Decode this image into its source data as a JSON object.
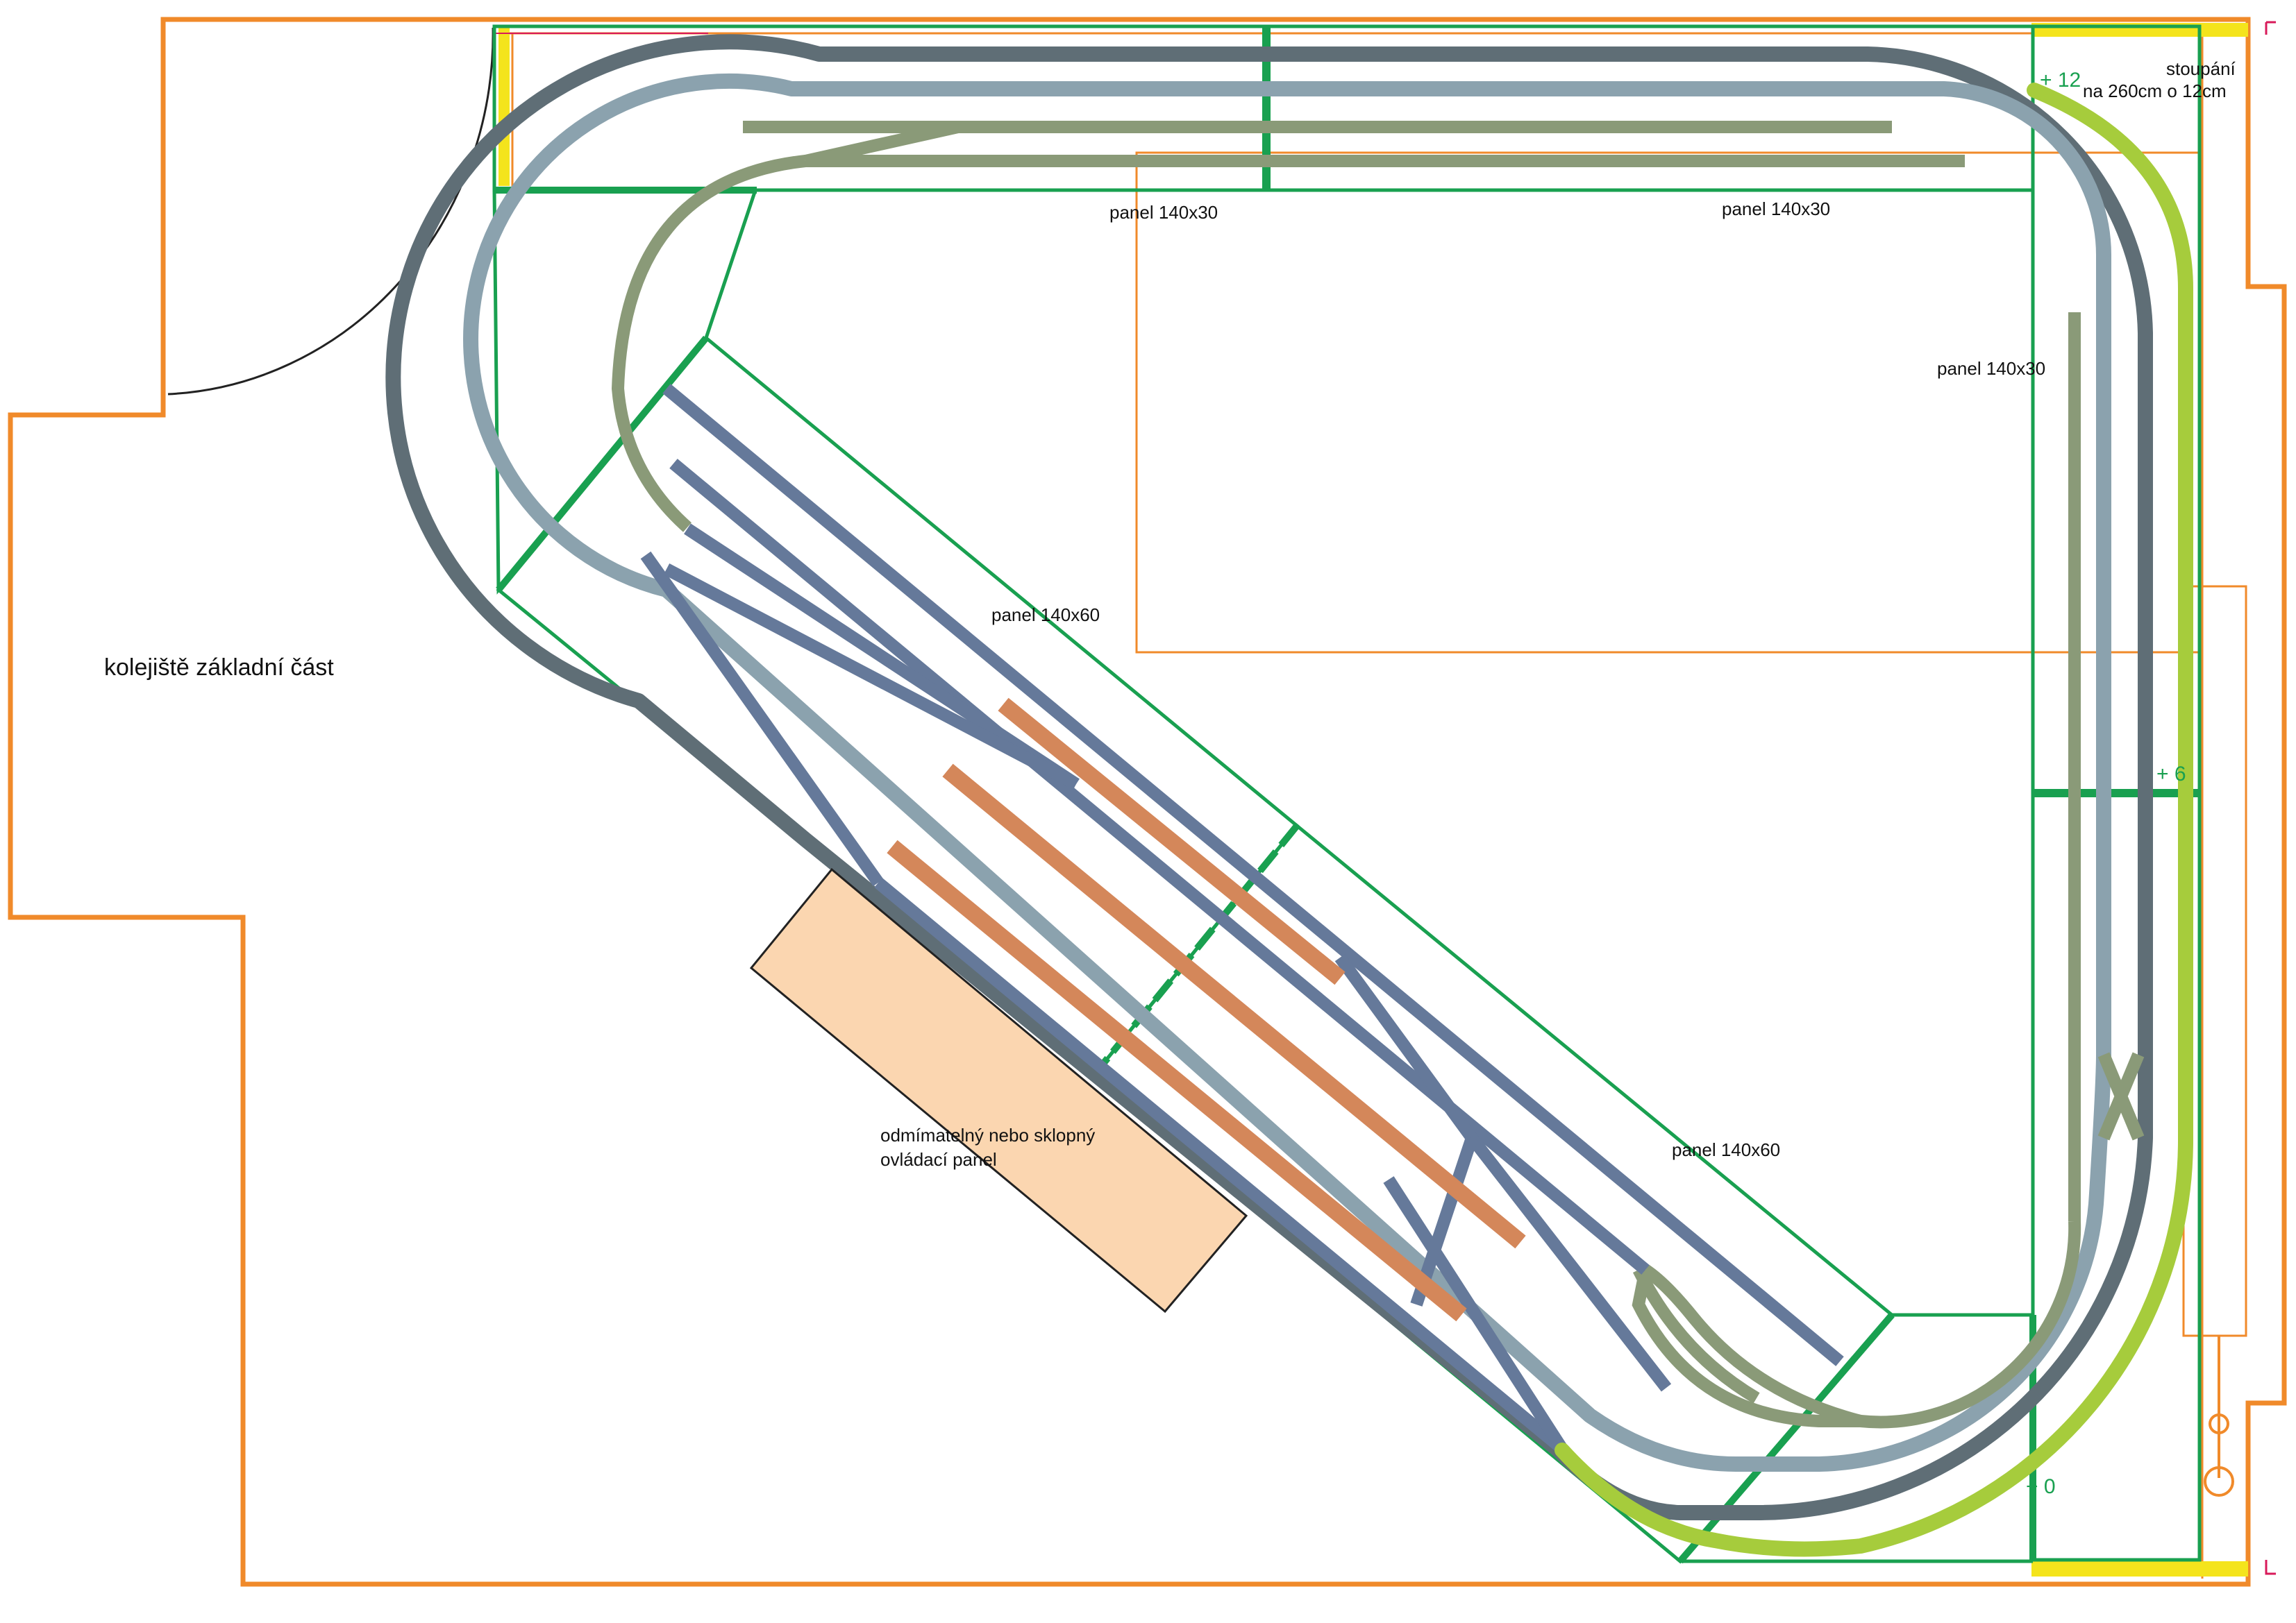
{
  "labels": {
    "base_section": "kolejiště základní část",
    "panel_top_left": "panel 140x30",
    "panel_top_right": "panel 140x30",
    "panel_right": "panel 140x30",
    "panel_diag_upper": "panel 140x60",
    "panel_diag_lower": "panel 140x60",
    "control_panel_line1": "odmímatelný nebo sklopný",
    "control_panel_line2": "ovládací panel",
    "incline_line1": "stoupání",
    "incline_line2": "na 260cm  o 12cm",
    "grade_top": "+ 12",
    "grade_mid": "+ 6",
    "grade_bottom": "+ 0"
  },
  "colors": {
    "walls": "#f08a2a",
    "panel_outline": "#19a050",
    "track_outer": "#5f6e76",
    "track_inner": "#8ba2ae",
    "track_siding": "#8a9a78",
    "track_yard": "#65799a",
    "track_ramp": "#a6cc3c",
    "platform": "#d4875a",
    "control_panel_fill": "#fbd6b0",
    "marker_yellow": "#f4e41c",
    "marker_red": "#d81a5a"
  }
}
